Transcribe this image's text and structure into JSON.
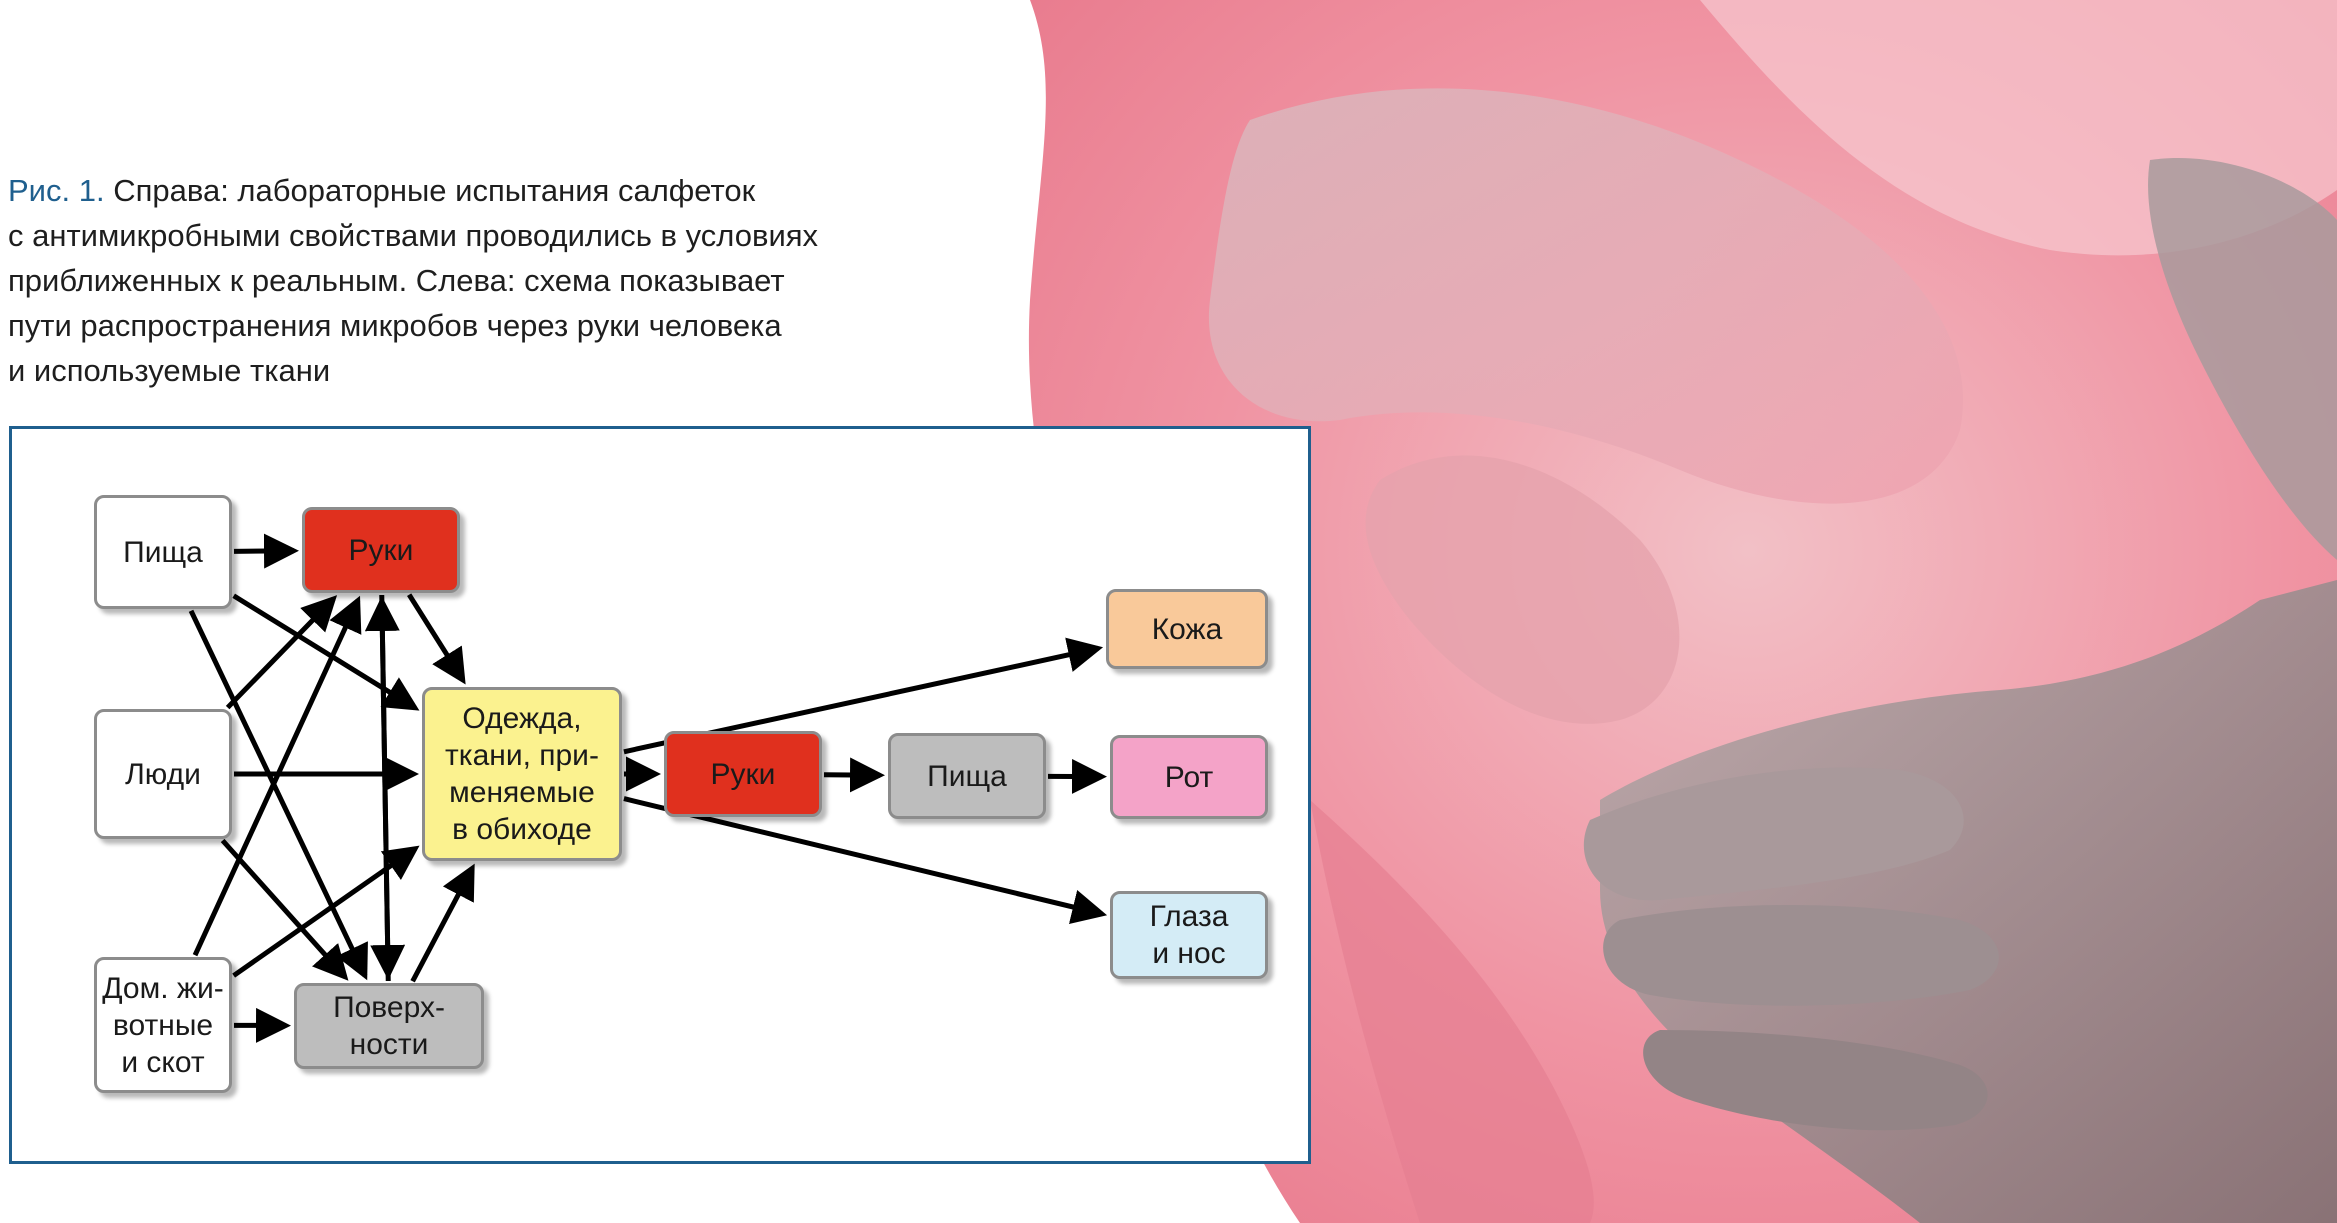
{
  "caption": {
    "label": "Рис. 1.",
    "text": " Справа: лабораторные испытания  салфеток\nс антимикробными свойствами проводились в условиях\nприближенных к реальным. Слева: схема показывает\nпути распространения микробов через руки человека\nи используемые ткани"
  },
  "nodes": {
    "food_source": {
      "label": "Пища",
      "color": "#ffffff"
    },
    "people": {
      "label": "Люди",
      "color": "#ffffff"
    },
    "animals": {
      "label": "Дом. жи-\nвотные\nи скот",
      "color": "#ffffff"
    },
    "hands_top": {
      "label": "Руки",
      "color": "#e0301e"
    },
    "surfaces": {
      "label": "Поверх-\nности",
      "color": "#bdbdbd"
    },
    "textiles": {
      "label": "Одежда,\nткани, при-\nменяемые\nв обиходе",
      "color": "#fbf28f"
    },
    "hands_mid": {
      "label": "Руки",
      "color": "#e0301e"
    },
    "food_mid": {
      "label": "Пища",
      "color": "#bdbdbd"
    },
    "skin": {
      "label": "Кожа",
      "color": "#f9c99a"
    },
    "mouth": {
      "label": "Рот",
      "color": "#f4a3c8"
    },
    "eyes_nose": {
      "label": "Глаза\nи нос",
      "color": "#d4ecf6"
    }
  },
  "edges": [
    [
      "food_source",
      "hands_top"
    ],
    [
      "food_source",
      "textiles"
    ],
    [
      "food_source",
      "surfaces"
    ],
    [
      "people",
      "hands_top"
    ],
    [
      "people",
      "textiles"
    ],
    [
      "people",
      "surfaces"
    ],
    [
      "animals",
      "hands_top"
    ],
    [
      "animals",
      "textiles"
    ],
    [
      "animals",
      "surfaces"
    ],
    [
      "hands_top",
      "textiles"
    ],
    [
      "hands_top",
      "surfaces"
    ],
    [
      "surfaces",
      "hands_top"
    ],
    [
      "surfaces",
      "textiles"
    ],
    [
      "textiles",
      "hands_mid"
    ],
    [
      "hands_mid",
      "food_mid"
    ],
    [
      "food_mid",
      "mouth"
    ],
    [
      "textiles",
      "skin"
    ],
    [
      "textiles",
      "eyes_nose"
    ]
  ]
}
